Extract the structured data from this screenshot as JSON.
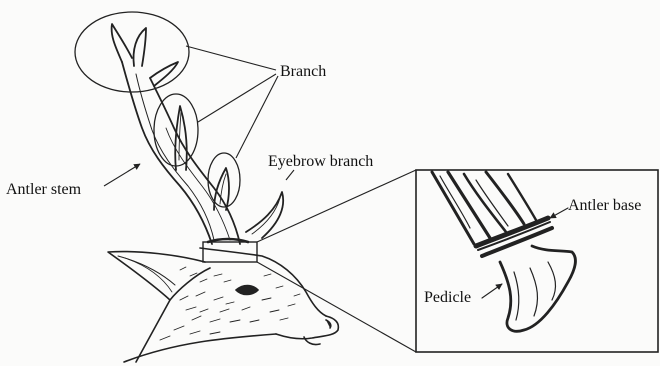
{
  "diagram": {
    "labels": {
      "branch": "Branch",
      "eyebrow_branch": "Eyebrow branch",
      "antler_stem": "Antler stem",
      "antler_base": "Antler base",
      "pedicle": "Pedicle"
    },
    "colors": {
      "ink": "#222222",
      "paper": "#fbfbfa"
    }
  }
}
